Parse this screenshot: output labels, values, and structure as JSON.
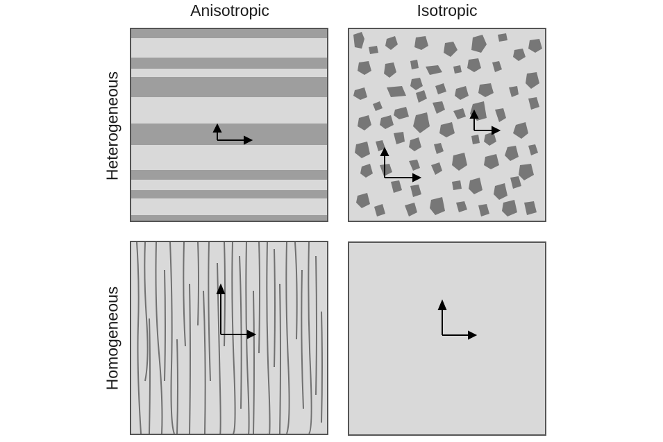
{
  "columns": {
    "anisotropic": "Anisotropic",
    "isotropic": "Isotropic"
  },
  "rows": {
    "heterogeneous": "Heterogeneous",
    "homogeneous": "Homogeneous"
  },
  "colors": {
    "background": "#d9d9d9",
    "dark": "#9e9e9e",
    "grain": "#777777",
    "fiber": "#707070",
    "border": "#555555",
    "arrow": "#000000"
  }
}
